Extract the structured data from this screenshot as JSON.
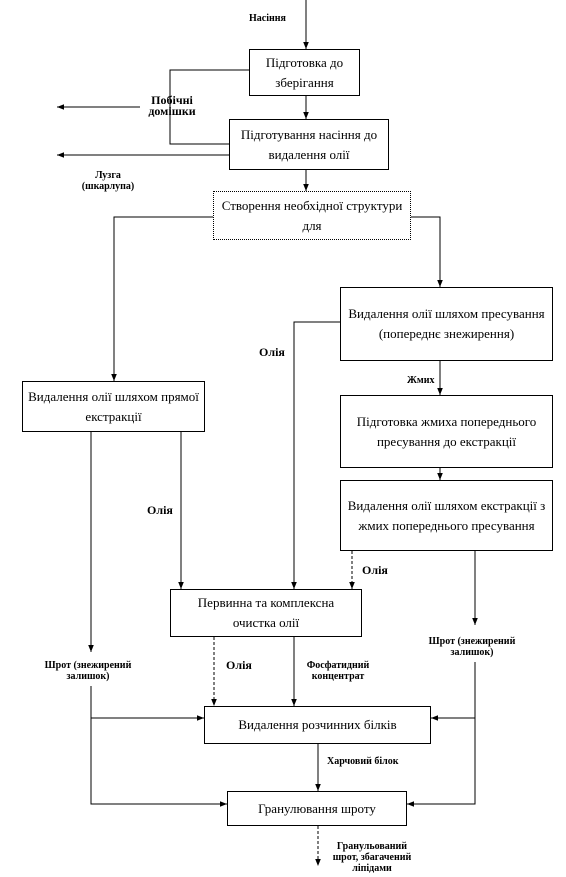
{
  "boxes": {
    "prep_storage": "Підготовка до зберігання",
    "prep_seed": "Підготування насіння до видалення олії",
    "structure": "Створення необхідної структури для",
    "press": "Видалення олії шляхом пресування (попереднє знежирення)",
    "direct": "Видалення олії шляхом прямої екстракції",
    "prep_cake": "Підготовка жмиха попереднього пресування до екстракції",
    "extract_cake": "Видалення олії шляхом екстракції з жмих попереднього пресування",
    "cleaning": "Первинна та комплексна очистка олії",
    "proteins": "Видалення розчинних білків",
    "granulation": "Гранулювання шроту"
  },
  "labels": {
    "seeds": "Насіння",
    "impurities": "Побічні домішки",
    "husk": "Лузга (шкарлупа)",
    "oil_left": "Олія",
    "cake": "Жмих",
    "oil_mid": "Олія",
    "oil_right": "Олія",
    "meal_left": "Шрот (знежирений залишок)",
    "meal_right": "Шрот (знежирений залишок)",
    "oil_bottom": "Олія",
    "phosphatide": "Фосфатидний концентрат",
    "food_protein": "Харчовий білок",
    "granulated": "Гранульований шрот, збагачений ліпідами"
  }
}
